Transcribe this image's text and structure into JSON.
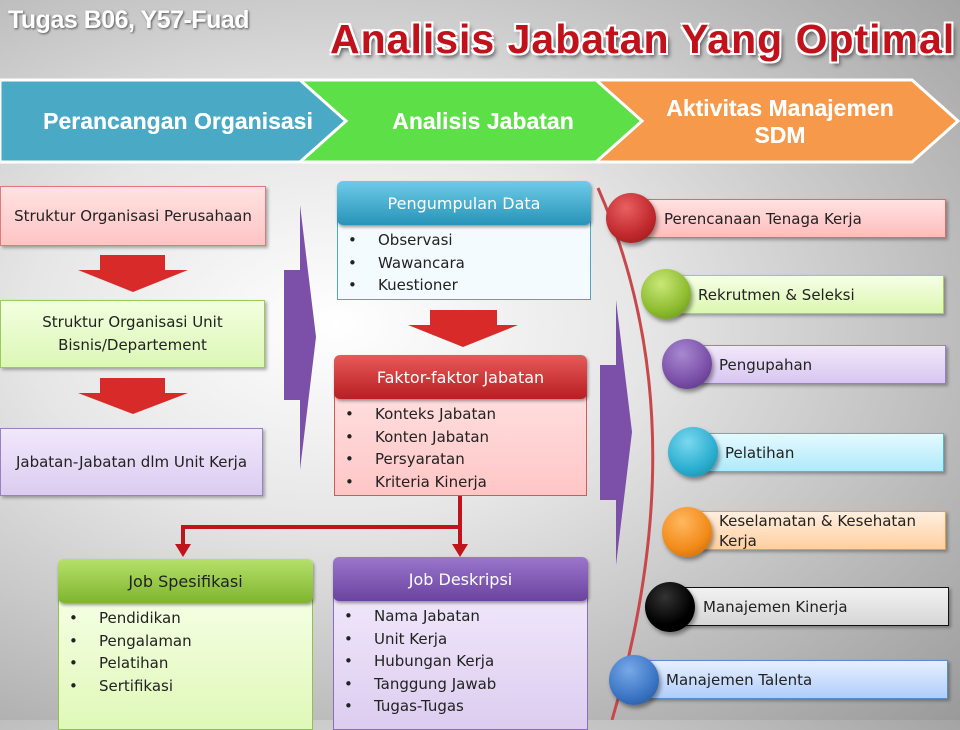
{
  "author": "Tugas B06, Y57-Fuad",
  "title": "Analisis Jabatan Yang Optimal",
  "stages": [
    "Perancangan Organisasi",
    "Analisis Jabatan",
    "Aktivitas Manajemen SDM"
  ],
  "organisasi": [
    "Struktur Organisasi Perusahaan",
    "Struktur Organisasi Unit Bisnis/Departement",
    "Jabatan-Jabatan dlm Unit Kerja"
  ],
  "pengumpulan": {
    "title": "Pengumpulan Data",
    "items": [
      "Observasi",
      "Wawancara",
      "Kuestioner"
    ]
  },
  "faktor": {
    "title": "Faktor-faktor Jabatan",
    "items": [
      "Konteks Jabatan",
      "Konten Jabatan",
      "Persyaratan",
      "Kriteria Kinerja"
    ]
  },
  "spesifikasi": {
    "title": "Job Spesifikasi",
    "items": [
      "Pendidikan",
      "Pengalaman",
      "Pelatihan",
      "Sertifikasi"
    ]
  },
  "deskripsi": {
    "title": "Job Deskripsi",
    "items": [
      "Nama Jabatan",
      "Unit Kerja",
      "Hubungan Kerja",
      "Tanggung Jawab",
      "Tugas-Tugas"
    ]
  },
  "aktivitas": [
    {
      "label": "Perencanaan Tenaga Kerja",
      "color": "#c0282c"
    },
    {
      "label": "Rekrutmen & Seleksi",
      "color": "#8dbb2e"
    },
    {
      "label": "Pengupahan",
      "color": "#7a4fa8"
    },
    {
      "label": "Pelatihan",
      "color": "#2aaed0"
    },
    {
      "label": "Keselamatan & Kesehatan Kerja",
      "color": "#f28a18"
    },
    {
      "label": "Manajemen Kinerja",
      "color": "#000000"
    },
    {
      "label": "Manajemen Talenta",
      "color": "#3a75c4"
    }
  ]
}
